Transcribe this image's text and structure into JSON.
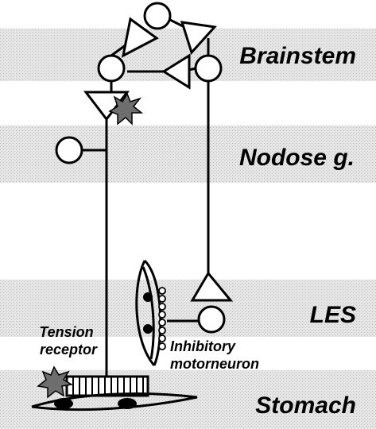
{
  "labels": {
    "brainstem": "Brainstem",
    "nodose": "Nodose g.",
    "les": "LES",
    "stomach": "Stomach",
    "tension_receptor": [
      "Tension",
      "receptor"
    ],
    "inhibitory_motorneuron": [
      "Inhibitory",
      "motorneuron"
    ]
  },
  "colors": {
    "band": "#d9d9d9",
    "stroke": "#000000",
    "burst": "#6e6e6e",
    "background": "#ffffff"
  }
}
